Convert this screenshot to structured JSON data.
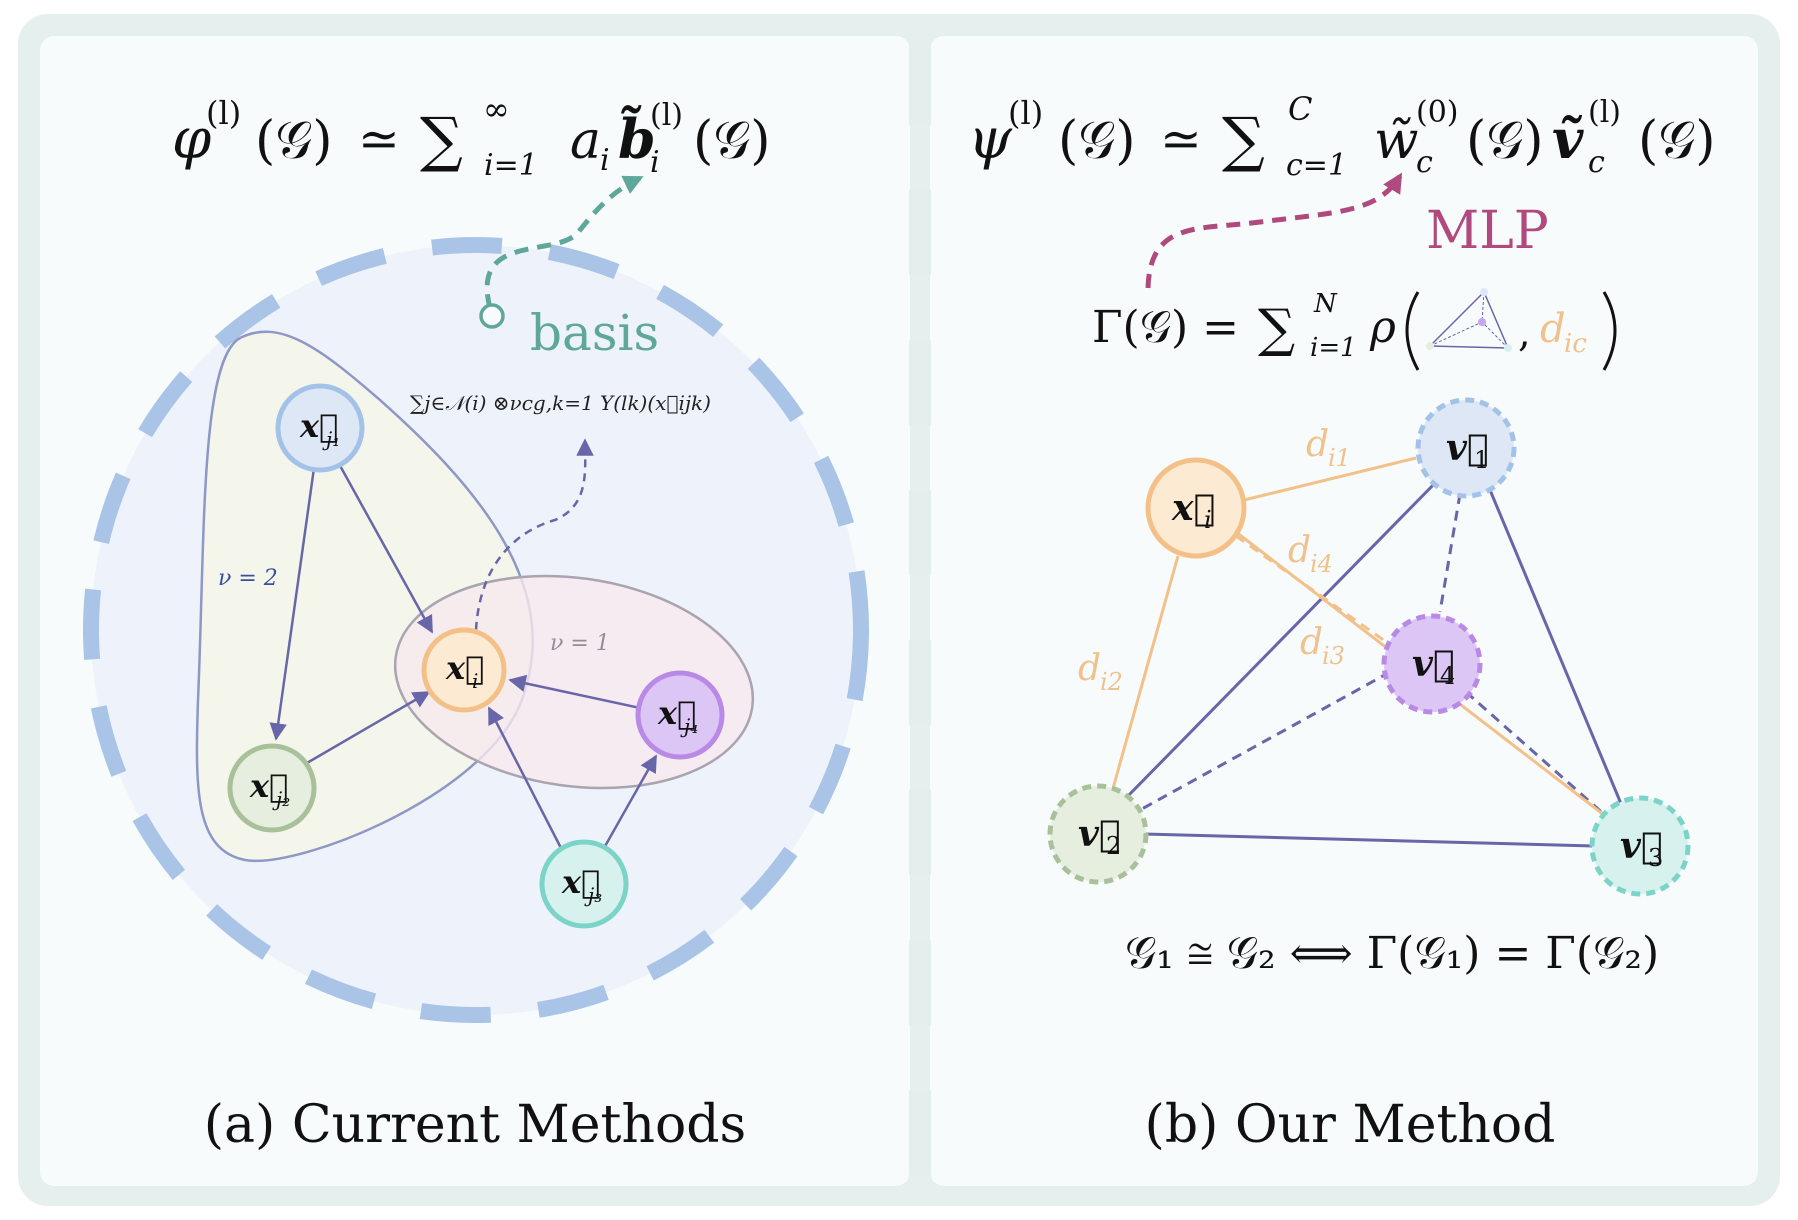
{
  "left": {
    "formula": {
      "phi": "φ",
      "sup_l": "(l)",
      "g_arg": "(𝒢)",
      "approx": "≃",
      "sum": "∑",
      "sum_sub": "i=1",
      "sum_sup": "∞",
      "coef": "a",
      "coef_sub": "i",
      "basis_sym": "b̃",
      "basis_sub": "i",
      "basis_sup": "(l)",
      "tail_arg": "(𝒢)"
    },
    "basis_label": "basis",
    "tensor_expr": "∑j∈𝒩(i) ⊗νcg,k=1 Y(lk)(x⃗ijk)",
    "nu2": "ν = 2",
    "nu1": "ν = 1",
    "nodes": {
      "center": {
        "sym": "x⃗",
        "sub": "i"
      },
      "j1": {
        "sym": "x⃗",
        "sub": "j₁"
      },
      "j2": {
        "sym": "x⃗",
        "sub": "j₂"
      },
      "j3": {
        "sym": "x⃗",
        "sub": "j₃"
      },
      "j4": {
        "sym": "x⃗",
        "sub": "j₄"
      }
    },
    "caption": "(a) Current Methods"
  },
  "right": {
    "formula": {
      "psi": "ψ",
      "sup_l": "(l)",
      "g_arg": "(𝒢)",
      "approx": "≃",
      "sum": "∑",
      "sum_sub": "c=1",
      "sum_sup": "C",
      "w_sym": "w̃",
      "w_sub": "c",
      "w_sup": "(0)",
      "w_arg": "(𝒢)",
      "v_sym": "ṽ",
      "v_sub": "c",
      "v_sup": "(l)",
      "tail_arg": "(𝒢)"
    },
    "mlp_label": "MLP",
    "gamma_formula": {
      "lhs": "Γ(𝒢) =",
      "sum": "∑",
      "sum_sub": "i=1",
      "sum_sup": "N",
      "rho": "ρ",
      "comma": ",",
      "d": "d",
      "d_sub": "ic"
    },
    "edge_labels": {
      "di1": {
        "d": "d",
        "sub": "i1"
      },
      "di2": {
        "d": "d",
        "sub": "i2"
      },
      "di3": {
        "d": "d",
        "sub": "i3"
      },
      "di4": {
        "d": "d",
        "sub": "i4"
      }
    },
    "nodes": {
      "xi": {
        "sym": "x⃗",
        "sub": "i"
      },
      "v1": {
        "sym": "v⃗",
        "sub": "1"
      },
      "v2": {
        "sym": "v⃗",
        "sub": "2"
      },
      "v3": {
        "sym": "v⃗",
        "sub": "3"
      },
      "v4": {
        "sym": "v⃗",
        "sub": "4"
      }
    },
    "iso_statement": "𝒢₁ ≅ 𝒢₂  ⟺  Γ(𝒢₁) = Γ(𝒢₂)",
    "caption": "(b) Our Method"
  },
  "colors": {
    "frame": "#e4efee",
    "panel_bg": "#f8fbfb",
    "divider": "#e3eeed",
    "teal": "#5fa79b",
    "magenta": "#b04a7e",
    "orange_label": "#efc28d",
    "edge_purple": "#6866a8",
    "edge_orange": "#f2c189",
    "big_circle": "#a9c4e6"
  }
}
